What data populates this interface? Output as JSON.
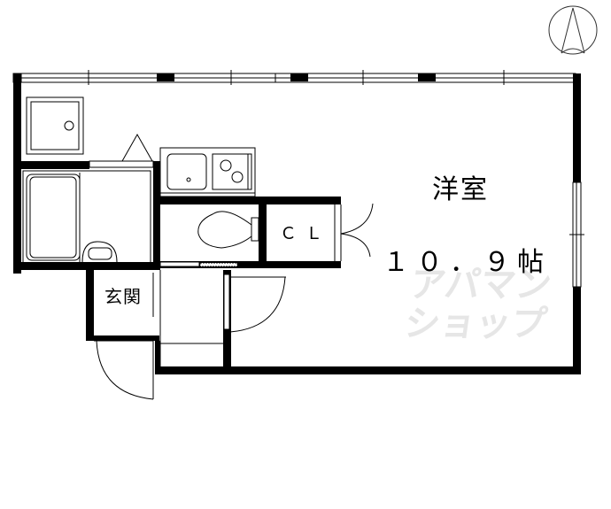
{
  "floor_plan": {
    "rooms": {
      "western_room": {
        "label": "洋室",
        "size": "１０．９帖"
      },
      "closet": {
        "label": "ＣＬ"
      },
      "entrance": {
        "label": "玄関"
      }
    },
    "fixtures": [
      "washing-machine-space",
      "bathtub",
      "washbasin",
      "kitchen-sink",
      "two-burner-stove",
      "toilet",
      "refrigerator-marker"
    ],
    "compass": {
      "direction": "north-up"
    },
    "watermark": {
      "line1": "アパマン",
      "line2": "ショップ"
    },
    "colors": {
      "wall": "#000000",
      "background": "#ffffff",
      "watermark": "#e6e6e6"
    }
  }
}
